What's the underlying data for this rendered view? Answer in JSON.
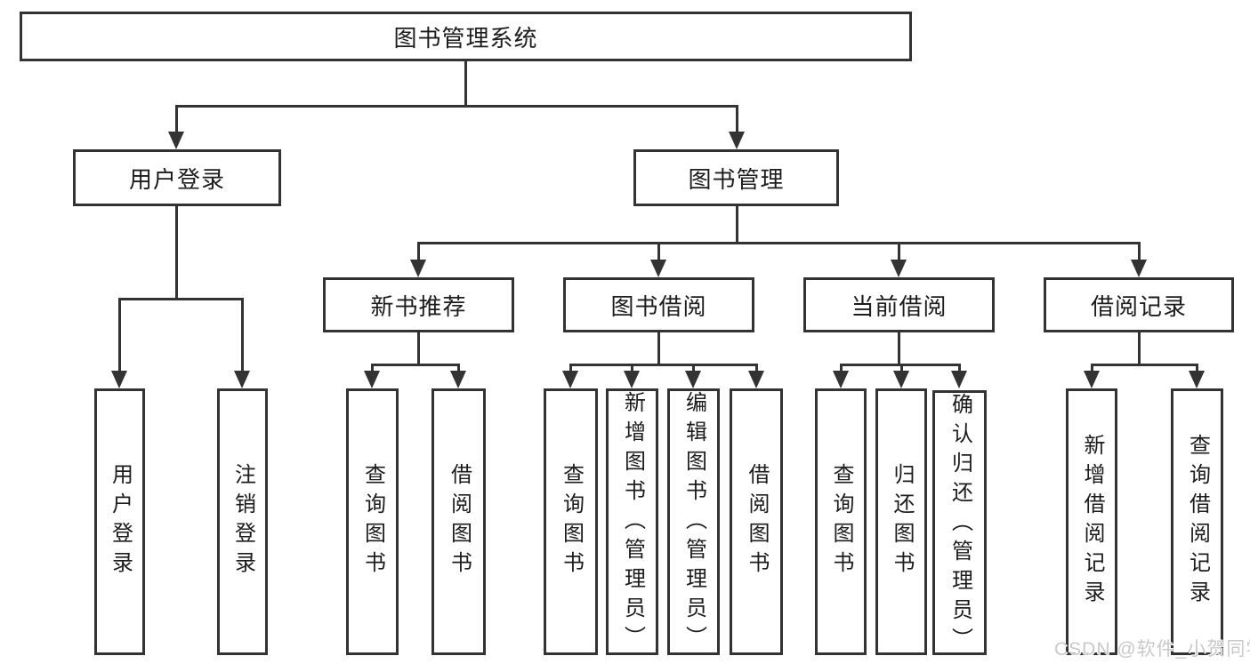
{
  "tree": {
    "label": "图书管理系统",
    "children": [
      {
        "label": "用户登录",
        "children": [
          {
            "label": "用户登录"
          },
          {
            "label": "注销登录"
          }
        ]
      },
      {
        "label": "图书管理",
        "children": [
          {
            "label": "新书推荐",
            "children": [
              {
                "label": "查询图书"
              },
              {
                "label": "借阅图书"
              }
            ]
          },
          {
            "label": "图书借阅",
            "children": [
              {
                "label": "查询图书"
              },
              {
                "label": "新增图书（管理员）"
              },
              {
                "label": "编辑图书（管理员）"
              },
              {
                "label": "借阅图书"
              }
            ]
          },
          {
            "label": "当前借阅",
            "children": [
              {
                "label": "查询图书"
              },
              {
                "label": "归还图书"
              },
              {
                "label": "确认归还（管理员）"
              }
            ]
          },
          {
            "label": "借阅记录",
            "children": [
              {
                "label": "新增借阅记录"
              },
              {
                "label": "查询借阅记录"
              }
            ]
          }
        ]
      }
    ]
  },
  "watermark": {
    "text": "CSDN @软件_小贺同学"
  },
  "colors": {
    "line": "#333333",
    "text": "#1c1c1c",
    "background": "#ffffff",
    "watermark": "#c9c9c9"
  }
}
